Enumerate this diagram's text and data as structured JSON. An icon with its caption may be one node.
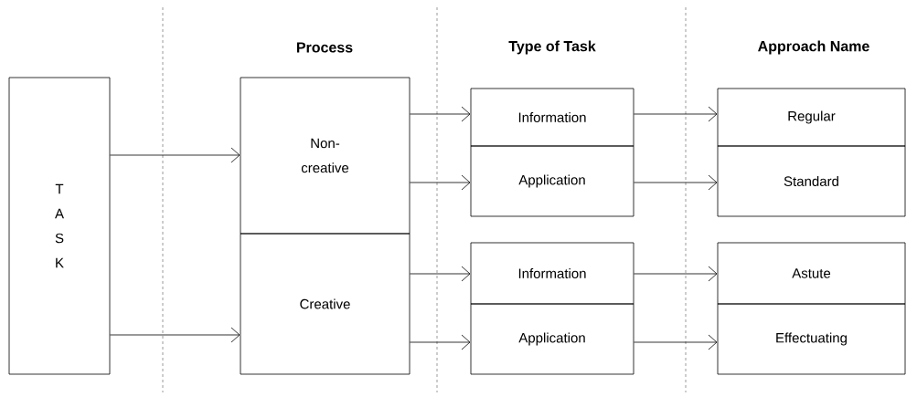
{
  "diagram": {
    "nodes": [
      {
        "text": [
          "T A S K"
        ]
      },
      {
        "text": [
          "Non-creative"
        ]
      },
      {
        "text": [
          "Creative"
        ]
      },
      {
        "text": [
          "Information"
        ]
      },
      {
        "text": [
          "Application"
        ]
      },
      {
        "text": [
          "Information"
        ]
      },
      {
        "text": [
          "Application"
        ]
      },
      {
        "text": [
          "Regular"
        ]
      },
      {
        "text": [
          "Standard"
        ]
      },
      {
        "text": [
          "Astute"
        ]
      },
      {
        "text": [
          "Effectuating"
        ]
      }
    ],
    "edges": [
      {
        "from": 0,
        "to": 1,
        "arrow": "to"
      },
      {
        "from": 0,
        "to": 2,
        "arrow": "to"
      },
      {
        "from": 1,
        "to": 3,
        "arrow": "to"
      },
      {
        "from": 1,
        "to": 4,
        "arrow": "to"
      },
      {
        "from": 2,
        "to": 5,
        "arrow": "to"
      },
      {
        "from": 2,
        "to": 6,
        "arrow": "to"
      },
      {
        "from": 3,
        "to": 7,
        "arrow": "to"
      },
      {
        "from": 4,
        "to": 8,
        "arrow": "to"
      },
      {
        "from": 5,
        "to": 9,
        "arrow": "to"
      },
      {
        "from": 6,
        "to": 10,
        "arrow": "to"
      }
    ],
    "labels": [
      "Process",
      "Type of Task",
      "Approach Name"
    ]
  }
}
